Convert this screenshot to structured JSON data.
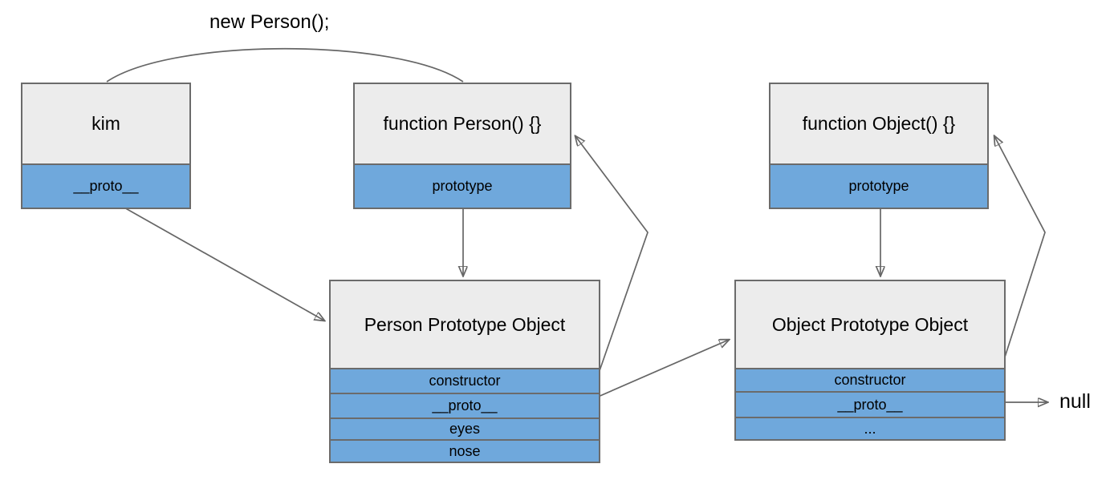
{
  "diagram": {
    "annotation": "new Person();",
    "null_label": "null",
    "colors": {
      "row_fill": "#6fa8dc",
      "header_fill": "#ececec",
      "border": "#6b6b6b",
      "connector": "#666666"
    },
    "boxes": [
      {
        "id": "kim",
        "title": "kim",
        "rows": [
          "__proto__"
        ]
      },
      {
        "id": "function-person",
        "title": "function Person() {}",
        "rows": [
          "prototype"
        ]
      },
      {
        "id": "function-object",
        "title": "function Object() {}",
        "rows": [
          "prototype"
        ]
      },
      {
        "id": "person-prototype",
        "title": "Person Prototype Object",
        "rows": [
          "constructor",
          "__proto__",
          "eyes",
          "nose"
        ]
      },
      {
        "id": "object-prototype",
        "title": "Object Prototype Object",
        "rows": [
          "constructor",
          "__proto__",
          "..."
        ]
      }
    ],
    "relations": [
      "new-expression-curve: kim ~ function Person",
      "kim.__proto__ -> Person Prototype Object",
      "function Person.prototype -> Person Prototype Object",
      "function Object.prototype -> Object Prototype Object",
      "Person Prototype Object.constructor -> function Person",
      "Person Prototype Object.__proto__ -> Object Prototype Object",
      "Object Prototype Object.constructor -> function Object",
      "Object Prototype Object.__proto__ -> null"
    ]
  }
}
